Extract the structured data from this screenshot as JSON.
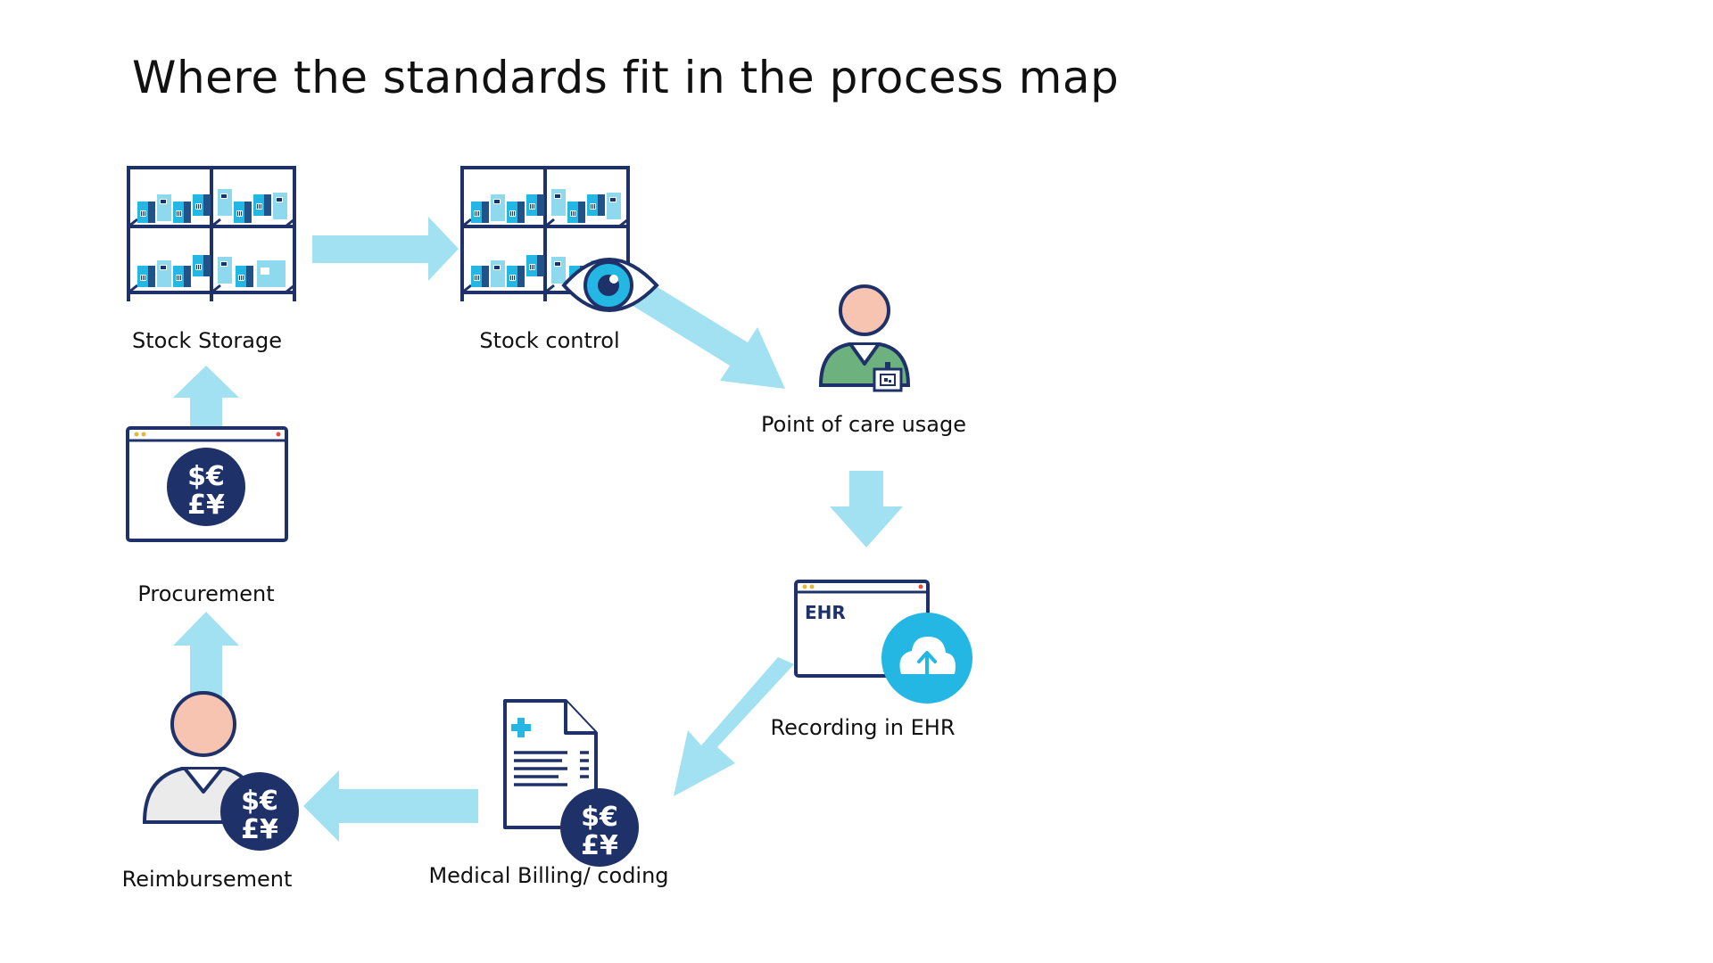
{
  "title": "Where the standards fit in the process map",
  "colors": {
    "arrow": "#a1e1f1",
    "navy": "#1f3169",
    "cyan": "#24b7e4",
    "box_light": "#8fd9ef",
    "skin": "#f6c4b0",
    "scrub_green": "#6db27e",
    "coat_grey": "#ebebeb"
  },
  "steps": [
    {
      "id": "stock-storage",
      "label": "Stock Storage",
      "icon": "warehouse-shelves-icon"
    },
    {
      "id": "stock-control",
      "label": "Stock control",
      "icon": "shelves-with-eye-icon"
    },
    {
      "id": "point-of-care",
      "label": "Point of care usage",
      "icon": "clinician-with-scanner-icon"
    },
    {
      "id": "recording-ehr",
      "label": "Recording in EHR",
      "icon": "ehr-cloud-upload-icon"
    },
    {
      "id": "medical-billing",
      "label": "Medical Billing/ coding",
      "icon": "billing-document-icon"
    },
    {
      "id": "reimbursement",
      "label": "Reimbursement",
      "icon": "person-with-currency-icon"
    },
    {
      "id": "procurement",
      "label": "Procurement",
      "icon": "currency-window-icon"
    }
  ],
  "ehr_window_text": "EHR",
  "currency_symbols": {
    "top": "$€",
    "bottom": "£¥"
  }
}
